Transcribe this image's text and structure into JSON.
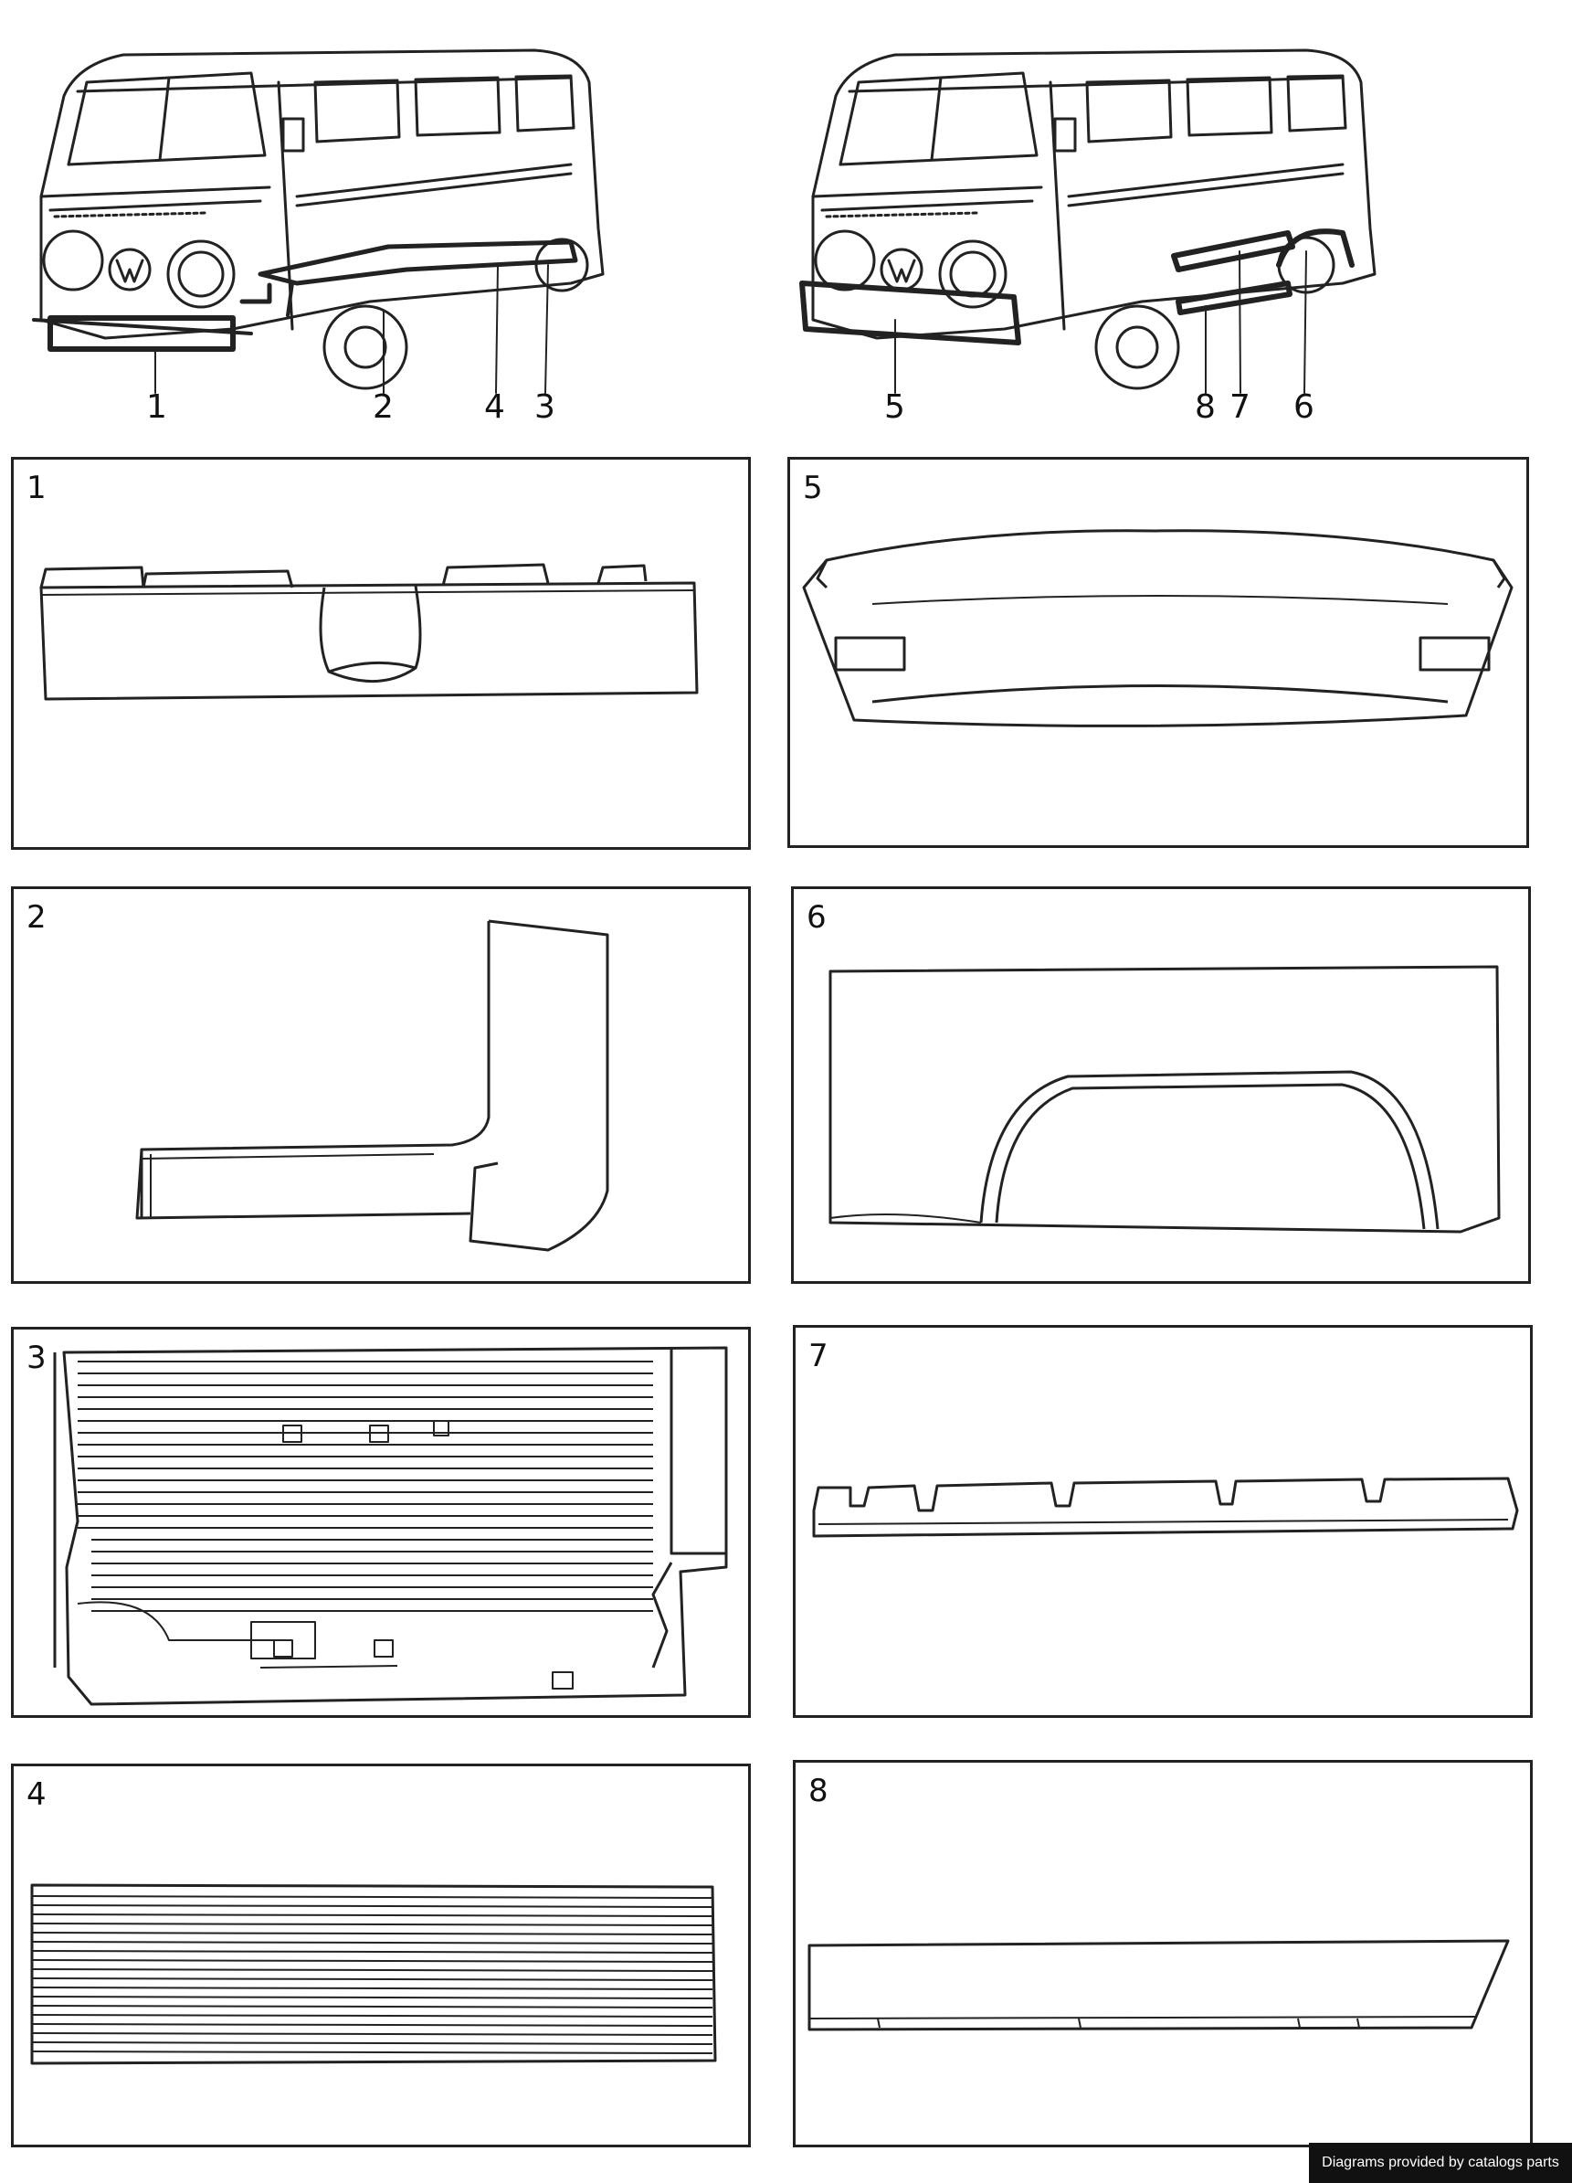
{
  "callouts_left": [
    "1",
    "2",
    "4",
    "3"
  ],
  "callouts_right": [
    "5",
    "8",
    "7",
    "6"
  ],
  "panels": [
    {
      "number": "1"
    },
    {
      "number": "5"
    },
    {
      "number": "2"
    },
    {
      "number": "6"
    },
    {
      "number": "3"
    },
    {
      "number": "7"
    },
    {
      "number": "4"
    },
    {
      "number": "8"
    }
  ],
  "footer": {
    "text": "Diagrams provided by catalogs parts"
  },
  "colors": {
    "line": "#222222",
    "footer_bg": "#111111",
    "footer_text": "#ffffff"
  }
}
